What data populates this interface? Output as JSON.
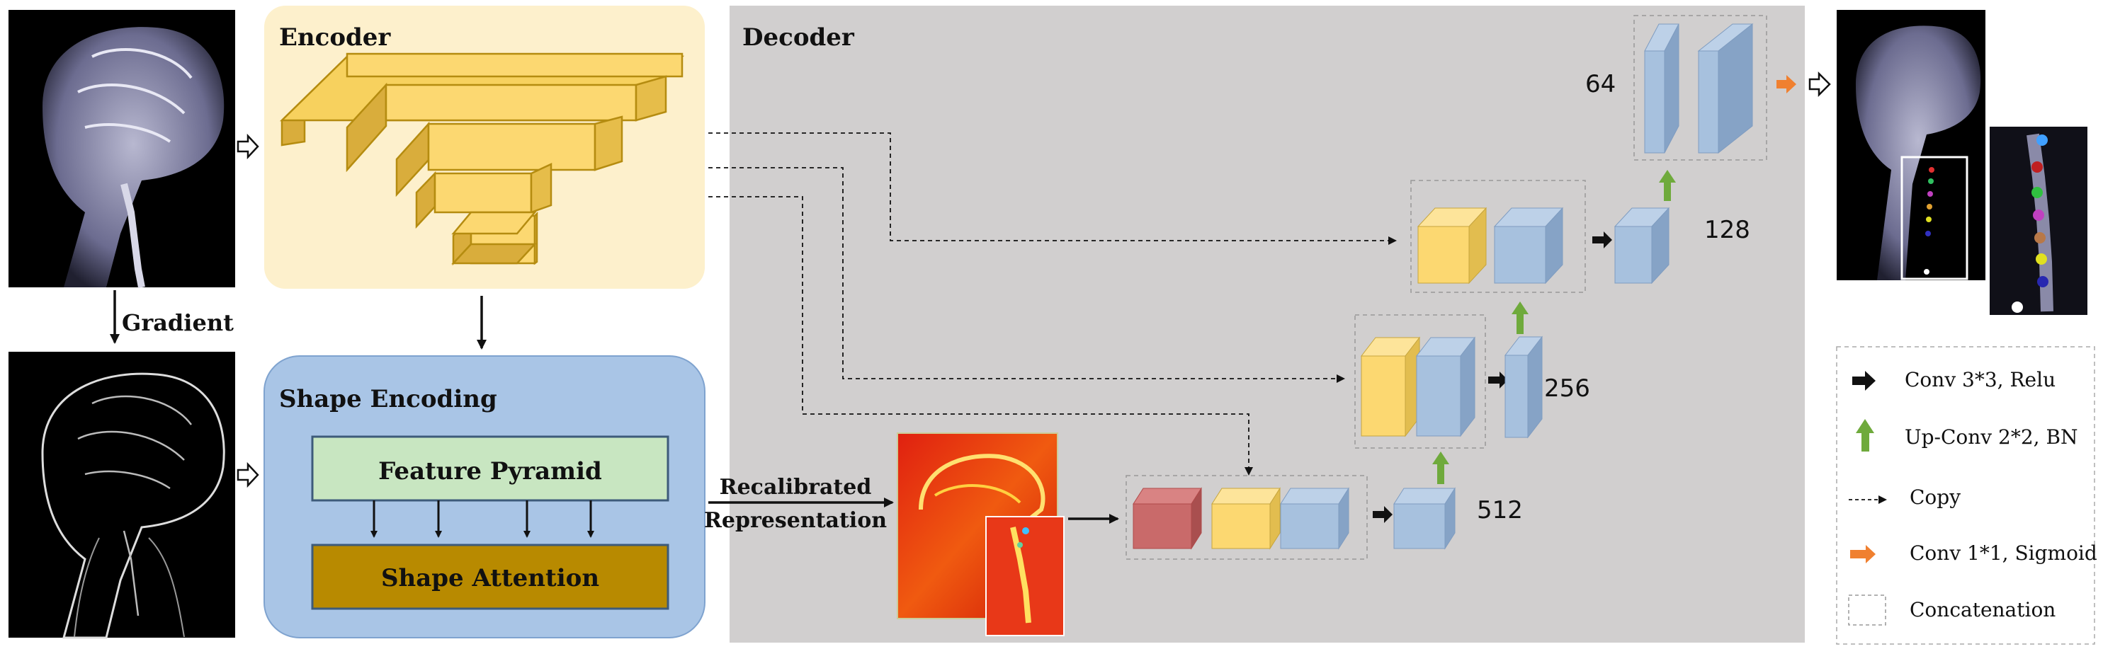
{
  "panels": {
    "encoder_title": "Encoder",
    "decoder_title": "Decoder",
    "shape_encoding_title": "Shape Encoding",
    "feature_pyramid": "Feature Pyramid",
    "shape_attention": "Shape Attention"
  },
  "labels": {
    "gradient": "Gradient",
    "recalibrated_line1": "Recalibrated",
    "recalibrated_line2": "Representation"
  },
  "channels": [
    "64",
    "128",
    "256",
    "512"
  ],
  "legend": [
    {
      "label": "Conv 3*3, Relu",
      "symbol": "black-arrow"
    },
    {
      "label": "Up-Conv 2*2, BN",
      "symbol": "green-arrow"
    },
    {
      "label": "Copy",
      "symbol": "dashed-arrow"
    },
    {
      "label": "Conv 1*1, Sigmoid",
      "symbol": "orange-arrow"
    },
    {
      "label": "Concatenation",
      "symbol": "dashed-box"
    }
  ],
  "colors": {
    "encoder_bg": "#fdf0cc",
    "decoder_bg": "#d1cfcf",
    "shape_bg": "#a9c5e6",
    "pyramid_fill": "#c8e6c1",
    "attention_fill": "#b88a00",
    "yellow_block": "#fcd871",
    "blue_block": "#a7c1de",
    "red_block": "#c96a6a",
    "green_arrow": "#6faa3c",
    "orange_arrow": "#f08030"
  }
}
